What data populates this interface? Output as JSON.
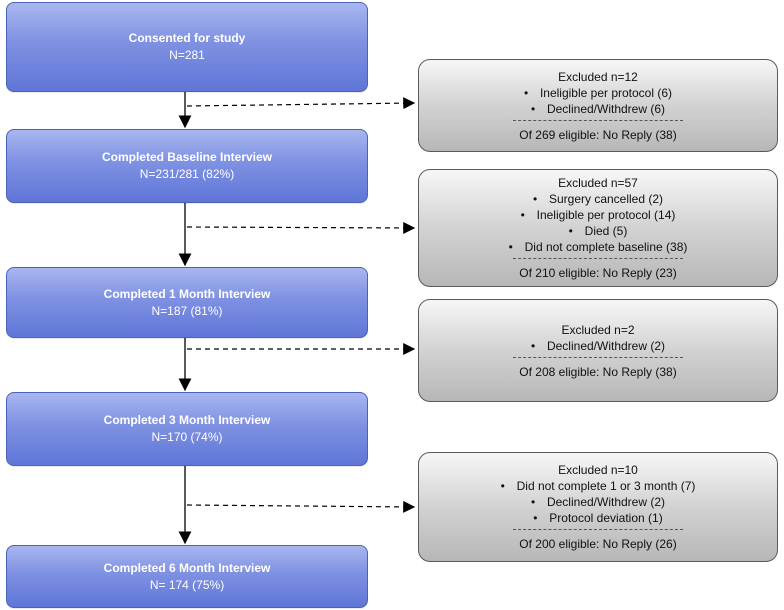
{
  "main_boxes": [
    {
      "title": "Consented for study",
      "sub": "N=281"
    },
    {
      "title": "Completed Baseline Interview",
      "sub": "N=231/281 (82%)"
    },
    {
      "title": "Completed 1 Month Interview",
      "sub": "N=187 (81%)"
    },
    {
      "title": "Completed 3 Month Interview",
      "sub": "N=170 (74%)"
    },
    {
      "title": "Completed 6 Month Interview",
      "sub": "N= 174 (75%)"
    }
  ],
  "exclusion_boxes": [
    {
      "heading": "Excluded n=12",
      "items": [
        "Ineligible per protocol (6)",
        "Declined/Withdrew (6)"
      ],
      "footer": "Of 269 eligible: No Reply (38)"
    },
    {
      "heading": "Excluded n=57",
      "items": [
        "Surgery cancelled (2)",
        "Ineligible per protocol (14)",
        "Died (5)",
        "Did not complete baseline (38)"
      ],
      "footer": "Of 210 eligible: No Reply (23)"
    },
    {
      "heading": "Excluded n=2",
      "items": [
        "Declined/Withdrew (2)"
      ],
      "footer": "Of 208 eligible: No Reply (38)"
    },
    {
      "heading": "Excluded n=10",
      "items": [
        "Did not complete 1 or 3 month (7)",
        "Declined/Withdrew (2)",
        "Protocol deviation (1)"
      ],
      "footer": "Of 200 eligible: No Reply (26)"
    }
  ],
  "colors": {
    "main_box_top": "#a9b6ef",
    "main_box_bottom": "#5f76d7",
    "exclusion_box_top": "#f7f7f7",
    "exclusion_box_bottom": "#b7b7b7",
    "arrow": "#000000"
  }
}
